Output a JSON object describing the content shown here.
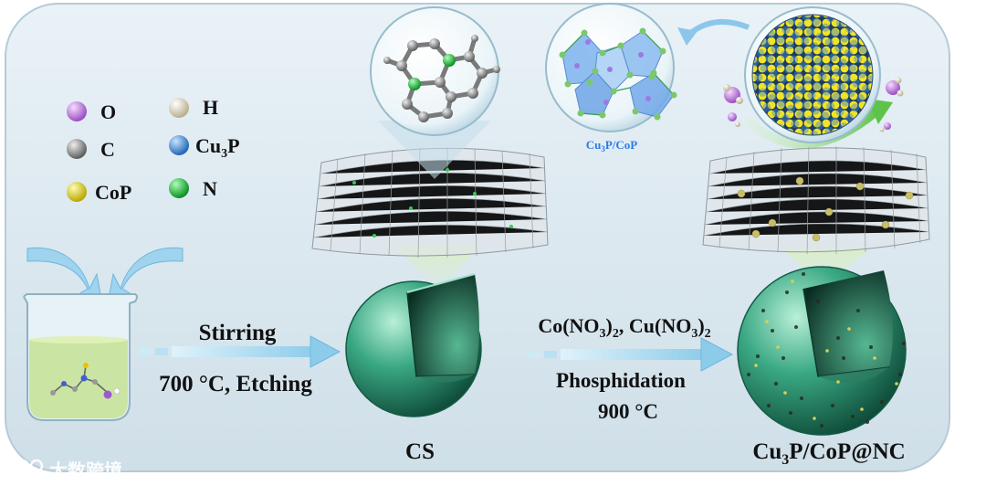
{
  "legend": [
    {
      "label": "O",
      "color": "#c07ad6"
    },
    {
      "label": "H",
      "color": "#ddd6c0"
    },
    {
      "label": "C",
      "color": "#9a9a9a"
    },
    {
      "label": "Cu",
      "sub": "3",
      "suffix": "P",
      "color": "#3f8fd8"
    },
    {
      "label": "CoP",
      "color": "#ece21a"
    },
    {
      "label": "N",
      "color": "#22c43a"
    }
  ],
  "step1": {
    "top": "Stirring",
    "bottom": "700 °C, Etching"
  },
  "step2": {
    "top": {
      "a": "Co(NO",
      "a_sub": "3",
      "a_end": ")",
      "a_sub2": "2",
      "sep": ", ",
      "b": "Cu(NO",
      "b_sub": "3",
      "b_end": ")",
      "b_sub2": "2"
    },
    "middle": "Phosphidation",
    "bottom": "900 °C"
  },
  "labels": {
    "cs": "CS",
    "product": {
      "a": "Cu",
      "sub": "3",
      "b": "P/CoP@NC"
    },
    "crystal": {
      "a": "Cu",
      "sub": "3",
      "b": "P/CoP"
    }
  },
  "watermark": "大数跨境",
  "colors": {
    "accent_blue": "#2c7be5",
    "sphere_green": "#3a9a78",
    "liquid": "#c6e39a"
  }
}
